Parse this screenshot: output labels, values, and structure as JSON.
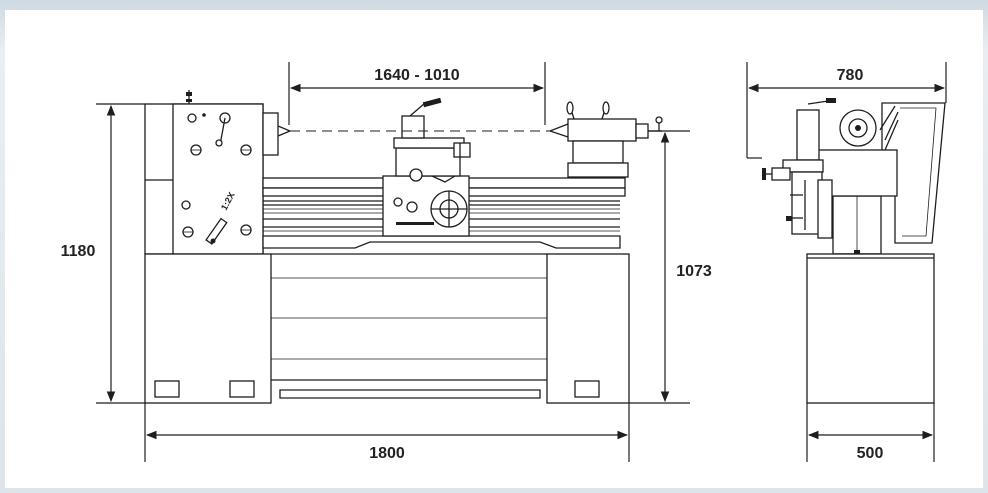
{
  "dimensions": {
    "center_distance": "1640 - 1010",
    "total_height": "1180",
    "center_height": "1073",
    "total_length": "1800",
    "side_depth": "780",
    "base_width": "500"
  },
  "front_view": {
    "gear_label": "1:2X"
  }
}
